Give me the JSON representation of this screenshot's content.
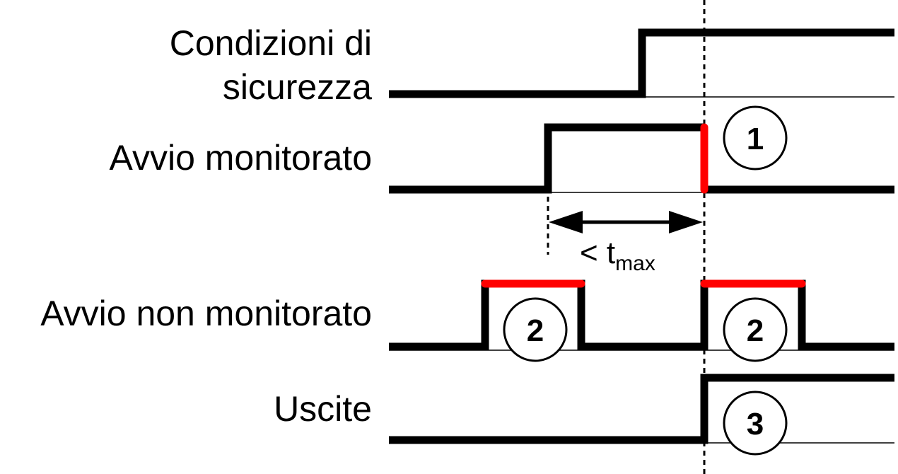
{
  "signals": [
    {
      "label_lines": [
        "Condizioni di",
        "sicurezza"
      ]
    },
    {
      "label_lines": [
        "Avvio monitorato"
      ]
    },
    {
      "label_lines": [
        "Avvio non monitorato"
      ]
    },
    {
      "label_lines": [
        "Uscite"
      ]
    }
  ],
  "markers": [
    "1",
    "2",
    "2",
    "3"
  ],
  "tmax": {
    "prefix": "< t",
    "subscript": "max"
  },
  "colors": {
    "signal": "#000000",
    "highlight": "#ff0000",
    "background": "#ffffff"
  }
}
